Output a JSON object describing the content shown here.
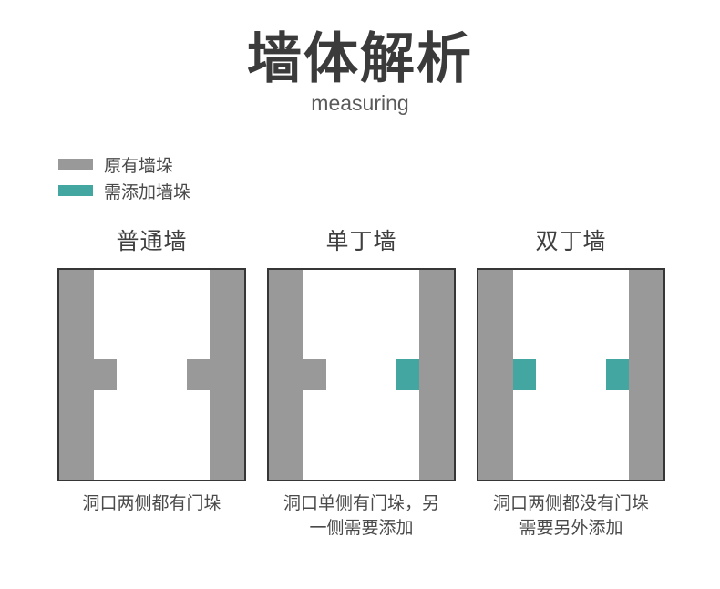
{
  "page": {
    "title": "墙体解析",
    "subtitle": "measuring"
  },
  "colors": {
    "existing": "#999999",
    "added": "#43a6a0",
    "box_border": "#363636"
  },
  "legend": {
    "items": [
      {
        "kind": "existing",
        "label": "原有墙垛",
        "color": "#999999"
      },
      {
        "kind": "added",
        "label": "需添加墙垛",
        "color": "#43a6a0"
      }
    ]
  },
  "diagrams": [
    {
      "title": "普通墙",
      "caption": "洞口两侧都有门垛",
      "left_pier": "existing",
      "right_pier": "existing",
      "left_pier_color": "#999999",
      "right_pier_color": "#999999"
    },
    {
      "title": "单丁墙",
      "caption": "洞口单侧有门垛，另\n一侧需要添加",
      "left_pier": "existing",
      "right_pier": "added",
      "left_pier_color": "#999999",
      "right_pier_color": "#43a6a0"
    },
    {
      "title": "双丁墙",
      "caption": "洞口两侧都没有门垛\n需要另外添加",
      "left_pier": "added",
      "right_pier": "added",
      "left_pier_color": "#43a6a0",
      "right_pier_color": "#43a6a0"
    }
  ]
}
